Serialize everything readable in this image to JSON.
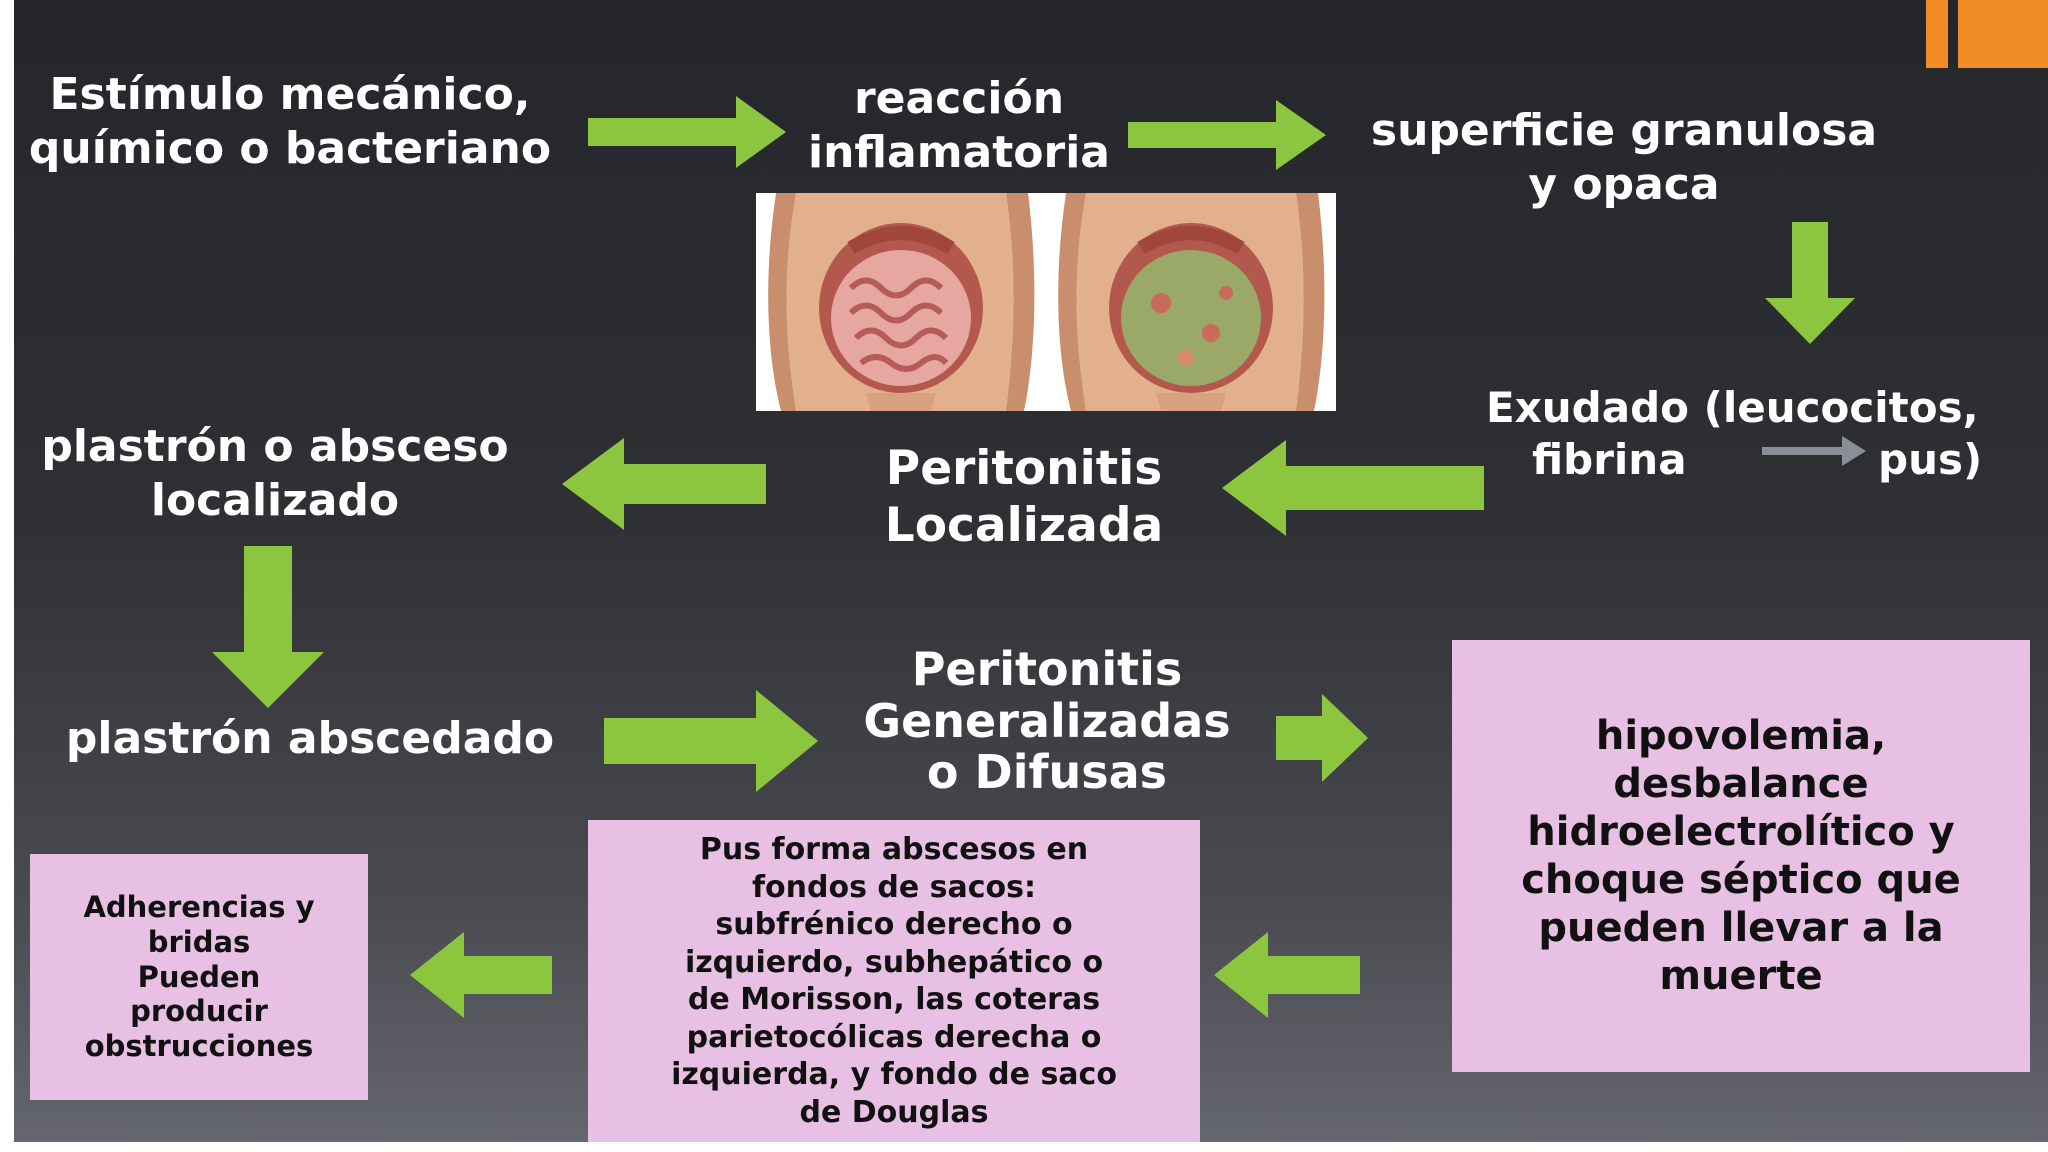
{
  "nodes": {
    "stimulus": "Estímulo mecánico,\nquímico o bacteriano",
    "inflammatory_reaction": "reacción\ninflamatoria",
    "surface": "superficie granulosa\ny opaca",
    "exudate_line1": "Exudado (leucocitos,",
    "exudate_fibrin": "fibrina",
    "exudate_pus": "pus)",
    "localized_peritonitis": "Peritonitis\nLocalizada",
    "plastron_abscess": "plastrón o absceso\nlocalizado",
    "abscessed_plastron": "plastrón abscedado",
    "generalized_peritonitis": "Peritonitis\nGeneralizadas\no Difusas"
  },
  "boxes": {
    "adhesions": "Adherencias  y\nbridas\nPueden\nproducir\nobstrucciones",
    "pus_abscesses": "Pus forma abscesos  en\nfondos de sacos:\nsubfrénico derecho o\nizquierdo, subhepático o\nde Morisson, las coteras\nparietocólicas derecha o\nizquierda,  y fondo de saco\nde Douglas",
    "hypovolemia": "hipovolemia,\ndesbalance\nhidroelectrolítico y\nchoque séptico que\npueden llevar a la\nmuerte"
  },
  "colors": {
    "arrow": "#8cc63f",
    "box": "#e7c0e4",
    "accent": "#f28c28"
  }
}
